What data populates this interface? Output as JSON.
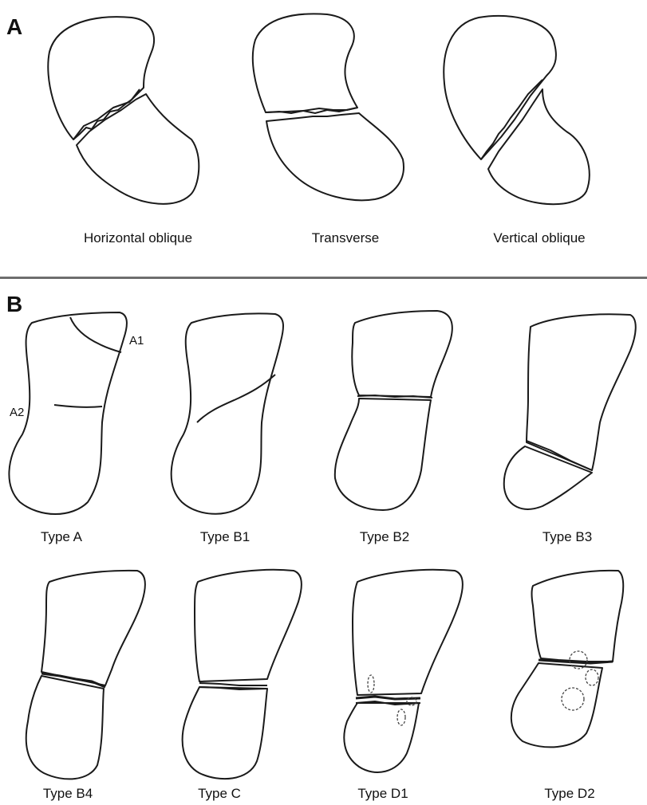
{
  "panel_a": {
    "letter": "A",
    "captions": [
      "Horizontal oblique",
      "Transverse",
      "Vertical oblique"
    ]
  },
  "panel_b": {
    "letter": "B",
    "row1_captions": [
      "Type A",
      "Type B1",
      "Type B2",
      "Type B3"
    ],
    "row2_captions": [
      "Type B4",
      "Type C",
      "Type D1",
      "Type D2"
    ],
    "labels": {
      "a1": "A1",
      "a2": "A2"
    }
  }
}
